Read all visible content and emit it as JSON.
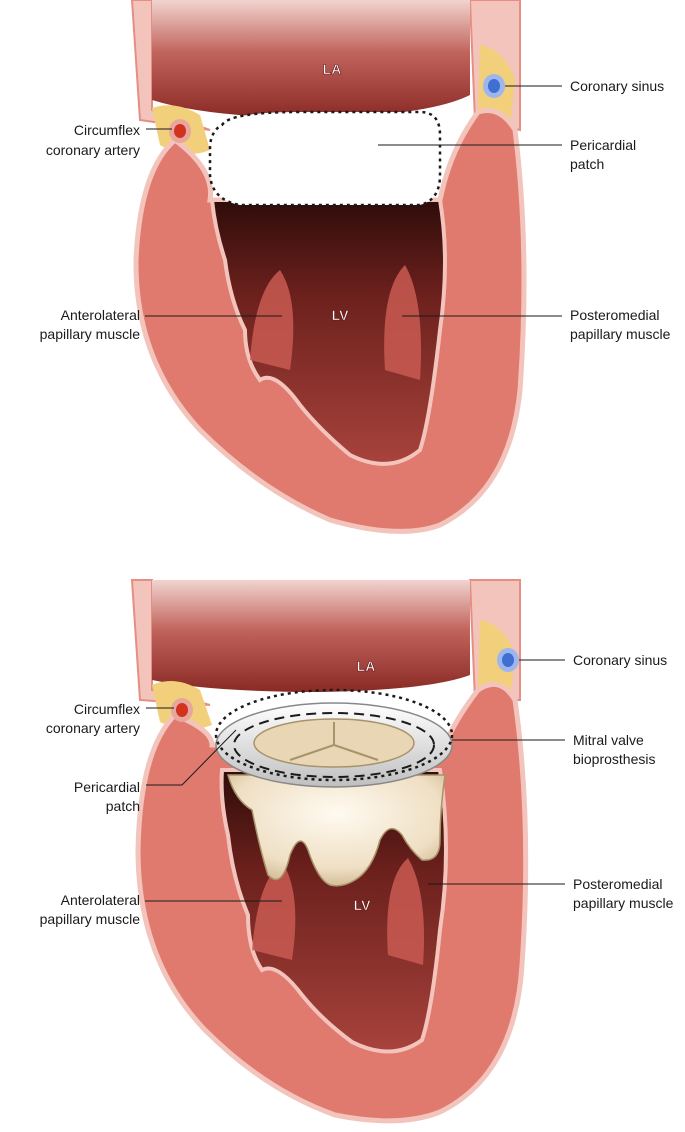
{
  "panels": [
    {
      "labels": {
        "la": "LA",
        "lv": "LV",
        "coronary_sinus": "Coronary sinus",
        "circumflex_1": "Circumflex",
        "circumflex_2": "coronary artery",
        "patch_1": "Pericardial",
        "patch_2": "patch",
        "antero_1": "Anterolateral",
        "antero_2": "papillary muscle",
        "postero_1": "Posteromedial",
        "postero_2": "papillary muscle"
      }
    },
    {
      "labels": {
        "la": "LA",
        "lv": "LV",
        "coronary_sinus": "Coronary sinus",
        "circumflex_1": "Circumflex",
        "circumflex_2": "coronary artery",
        "patch_1": "Pericardial",
        "patch_2": "patch",
        "mitral_1": "Mitral valve",
        "mitral_2": "bioprosthesis",
        "antero_1": "Anterolateral",
        "antero_2": "papillary muscle",
        "postero_1": "Posteromedial",
        "postero_2": "papillary muscle"
      }
    }
  ],
  "colors": {
    "myocardium": "#e07a6e",
    "myocardium_edge": "#f3c4bc",
    "cavity": "#7a2420",
    "atrium": "#b8504a",
    "fat": "#f2cf7a",
    "artery": "#d2331f",
    "sinus": "#3f6fd0",
    "patch": "#ffffff",
    "valve": "#f3e6cf"
  }
}
